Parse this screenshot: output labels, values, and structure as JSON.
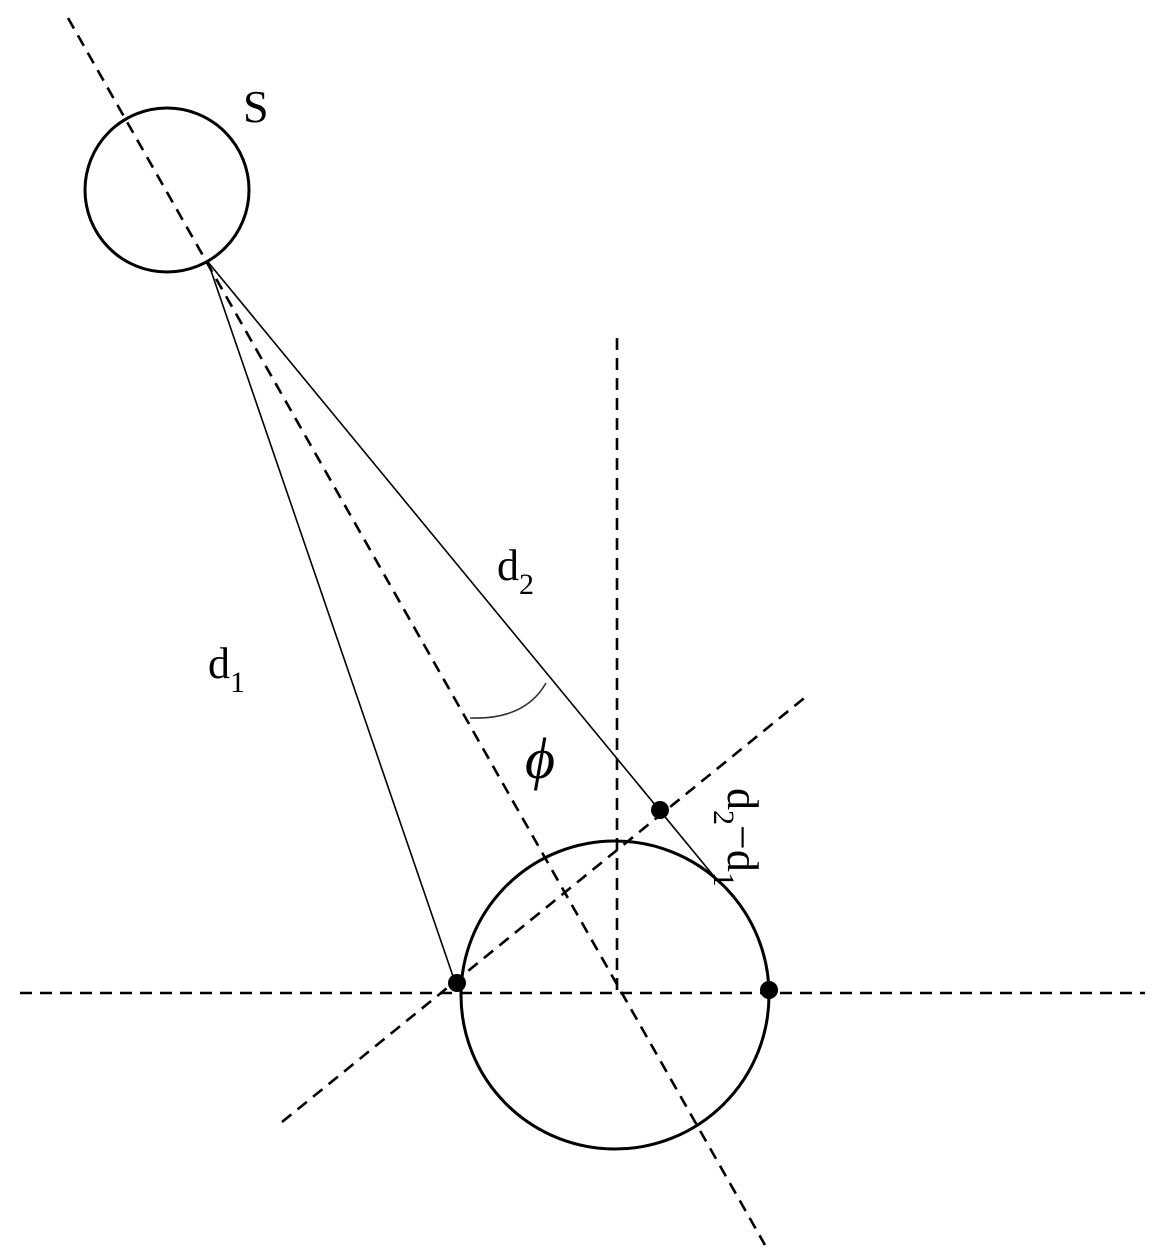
{
  "labels": {
    "source": "S",
    "d1_base": "d",
    "d1_sub": "1",
    "d2_base": "d",
    "d2_sub": "2",
    "phi": "ϕ",
    "diff_d2_base": "d",
    "diff_d2_sub": "2",
    "diff_minus": "−",
    "diff_d1_base": "d",
    "diff_d1_sub": "1"
  },
  "colors": {
    "stroke": "#000000",
    "background": "#ffffff"
  }
}
